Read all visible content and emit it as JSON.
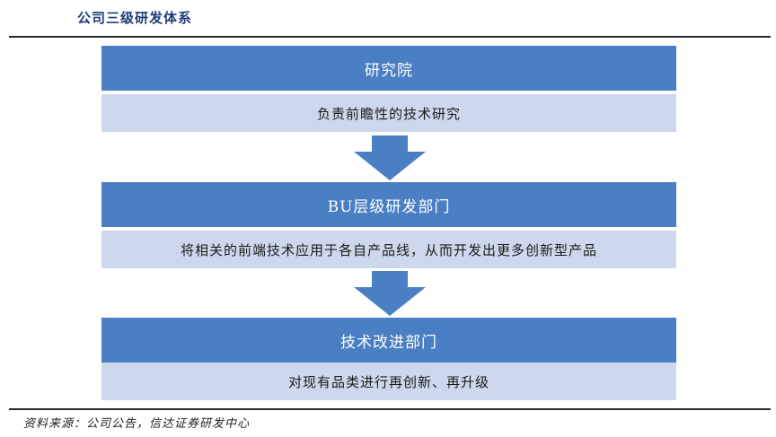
{
  "title": "公司三级研发体系",
  "stages": [
    {
      "header": "研究院",
      "description": "负责前瞻性的技术研究"
    },
    {
      "header": "BU层级研发部门",
      "description": "将相关的前端技术应用于各自产品线，从而开发出更多创新型产品"
    },
    {
      "header": "技术改进部门",
      "description": "对现有品类进行再创新、再升级"
    }
  ],
  "source": "资料来源：公司公告，信达证券研发中心",
  "colors": {
    "header_bg": "#4a7fc3",
    "desc_bg": "#cdd8ec",
    "arrow": "#4a7fc3",
    "title": "#1f3c7a"
  }
}
